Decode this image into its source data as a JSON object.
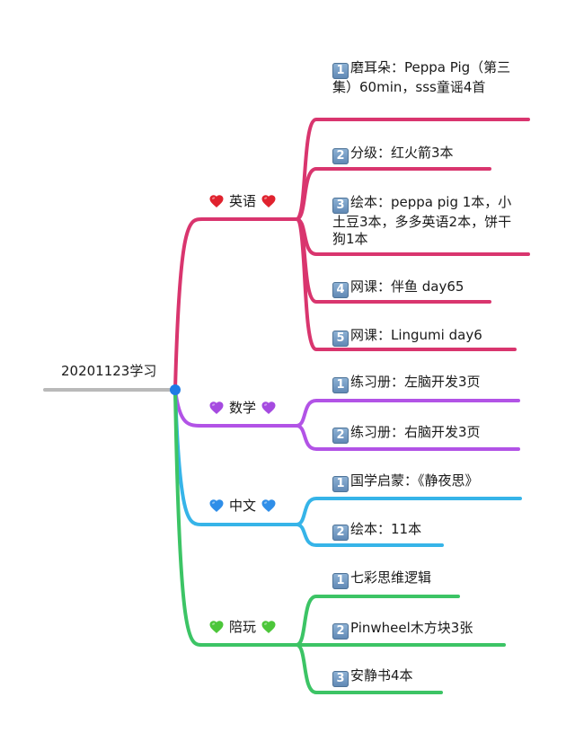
{
  "root": {
    "label": "20201123学习"
  },
  "branches": [
    {
      "label": "英语",
      "color": "#d9356e",
      "emoji": "red-heart",
      "emoji_color": "#e0222e",
      "leaves": [
        {
          "num": "1",
          "text": "磨耳朵：Peppa Pig（第三集）60min，sss童谣4首"
        },
        {
          "num": "2",
          "text": "分级：红火箭3本"
        },
        {
          "num": "3",
          "text": "绘本：peppa pig 1本，小土豆3本，多多英语2本，饼干狗1本"
        },
        {
          "num": "4",
          "text": "网课：伴鱼 day65"
        },
        {
          "num": "5",
          "text": "网课：Lingumi day6"
        }
      ]
    },
    {
      "label": "数学",
      "color": "#b253e6",
      "emoji": "purple-heart",
      "emoji_color": "#a54ae0",
      "leaves": [
        {
          "num": "1",
          "text": "练习册：左脑开发3页"
        },
        {
          "num": "2",
          "text": "练习册：右脑开发3页"
        }
      ]
    },
    {
      "label": "中文",
      "color": "#36b4e8",
      "emoji": "blue-heart",
      "emoji_color": "#2f8ee8",
      "leaves": [
        {
          "num": "1",
          "text": "国学启蒙：《静夜思》"
        },
        {
          "num": "2",
          "text": "绘本：11本"
        }
      ]
    },
    {
      "label": "陪玩",
      "color": "#3cc465",
      "emoji": "green-heart",
      "emoji_color": "#4cc63a",
      "leaves": [
        {
          "num": "1",
          "text": "七彩思维逻辑"
        },
        {
          "num": "2",
          "text": "Pinwheel木方块3张"
        },
        {
          "num": "3",
          "text": "安静书4本"
        }
      ]
    }
  ]
}
